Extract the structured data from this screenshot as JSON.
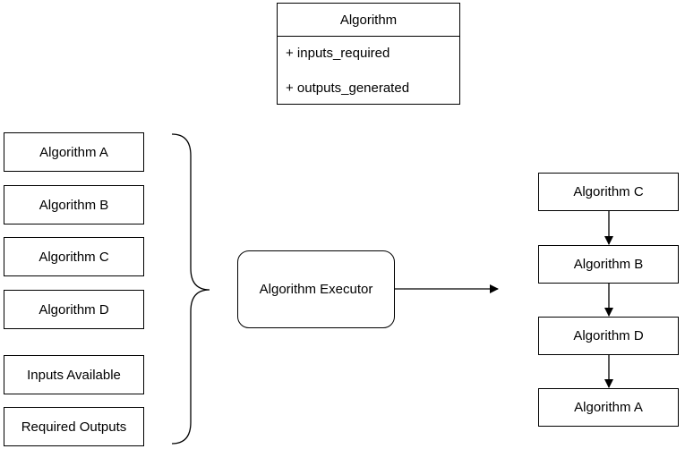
{
  "uml_class": {
    "name": "Algorithm",
    "attributes": [
      "+ inputs_required",
      "+ outputs_generated"
    ]
  },
  "inputs": {
    "items": [
      "Algorithm A",
      "Algorithm B",
      "Algorithm C",
      "Algorithm D",
      "Inputs Available",
      "Required Outputs"
    ]
  },
  "executor": {
    "label": "Algorithm Executor"
  },
  "output_sequence": {
    "items": [
      "Algorithm C",
      "Algorithm B",
      "Algorithm D",
      "Algorithm A"
    ]
  }
}
